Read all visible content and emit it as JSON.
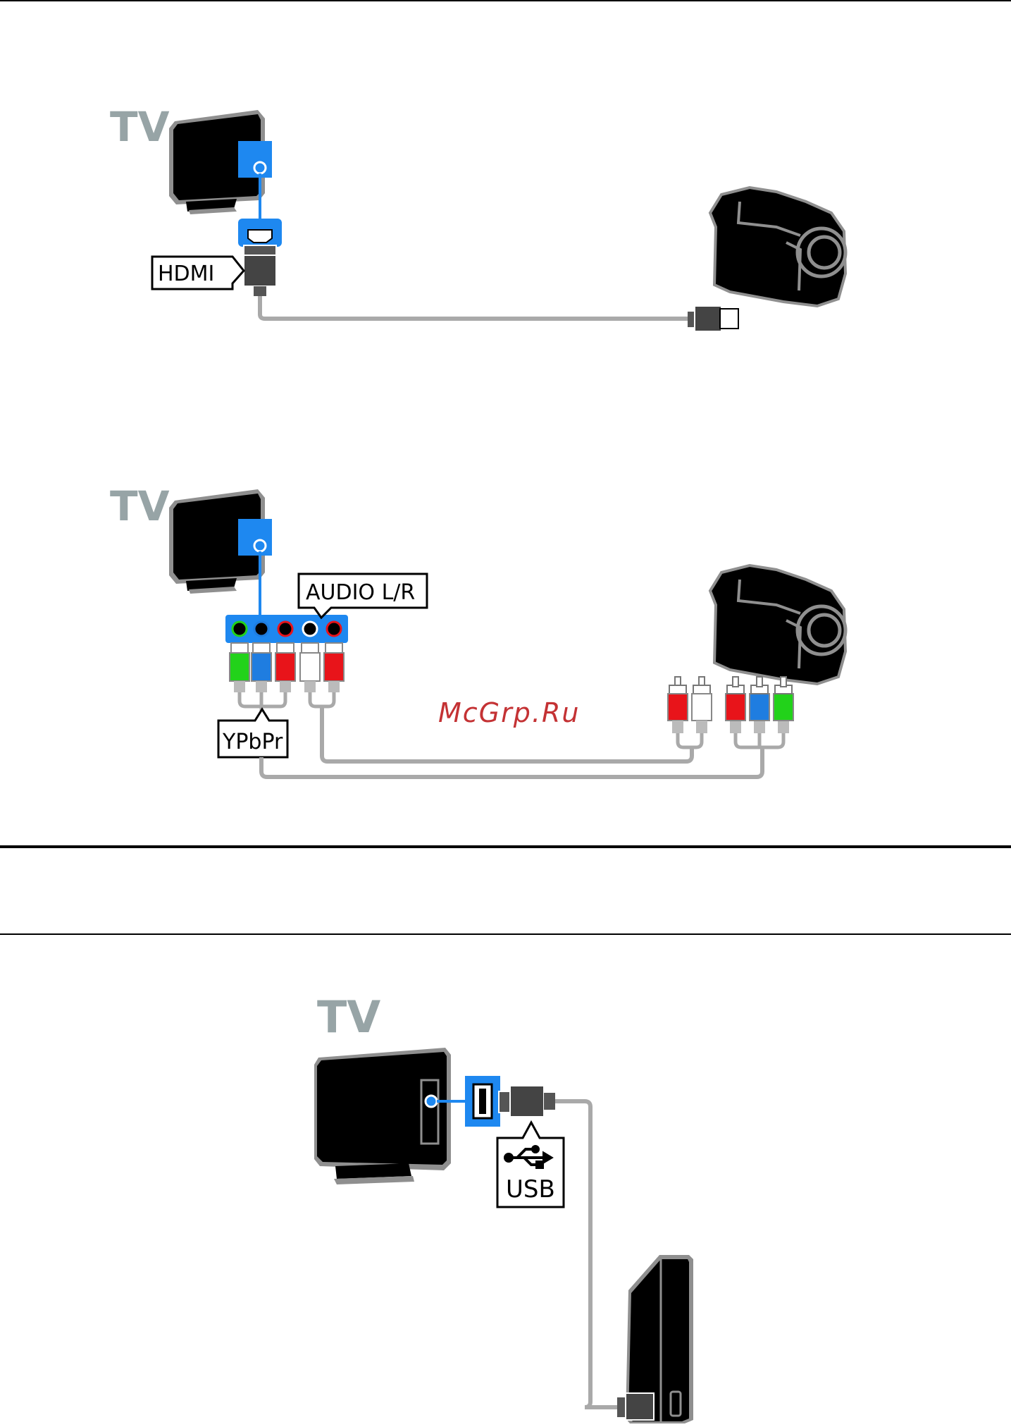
{
  "diagrams": {
    "hdmi": {
      "tv_label": "TV",
      "connector_label": "HDMI"
    },
    "component": {
      "tv_label": "TV",
      "audio_label": "AUDIO L/R",
      "video_label": "YPbPr"
    },
    "usb": {
      "tv_label": "TV",
      "connector_label": "USB"
    }
  },
  "watermark": "McGrp.Ru",
  "icons": [
    "tv-icon",
    "camcorder-icon",
    "hdmi-plug-icon",
    "rca-plug-icon",
    "usb-symbol-icon",
    "external-hard-drive-icon"
  ],
  "colors": {
    "port_blue": "#1e88f0",
    "cable_gray": "#a9a9a9",
    "tv_label_gray": "#97a4a6",
    "rca_green": "#22d21a",
    "rca_blue": "#1f7de0",
    "rca_red": "#e8141a",
    "rca_white": "#ffffff",
    "watermark_red": "#c43234"
  }
}
